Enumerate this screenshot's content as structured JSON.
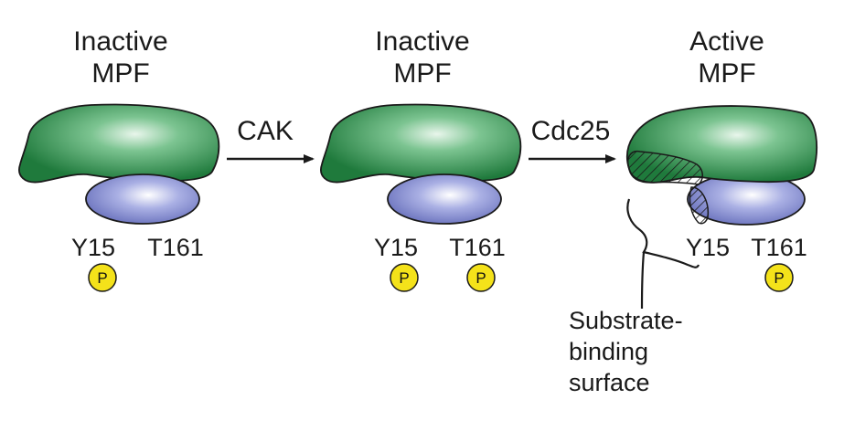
{
  "colors": {
    "cyclin_green": "#3f9a58",
    "cdk_blue": "#7f88cf",
    "phosphate_yellow": "#f4e21a",
    "ink": "#1a1a1a"
  },
  "states": [
    {
      "title_line1": "Inactive",
      "title_line2": "MPF",
      "site1": "Y15",
      "site2": "T161",
      "phospho_y15": true,
      "phospho_t161": false
    },
    {
      "title_line1": "Inactive",
      "title_line2": "MPF",
      "site1": "Y15",
      "site2": "T161",
      "phospho_y15": true,
      "phospho_t161": true
    },
    {
      "title_line1": "Active",
      "title_line2": "MPF",
      "site1": "Y15",
      "site2": "T161",
      "phospho_y15": false,
      "phospho_t161": true
    }
  ],
  "arrows": [
    {
      "label": "CAK"
    },
    {
      "label": "Cdc25"
    }
  ],
  "phosphate_label": "P",
  "annotation": {
    "line1": "Substrate-",
    "line2": "binding",
    "line3": "surface"
  }
}
